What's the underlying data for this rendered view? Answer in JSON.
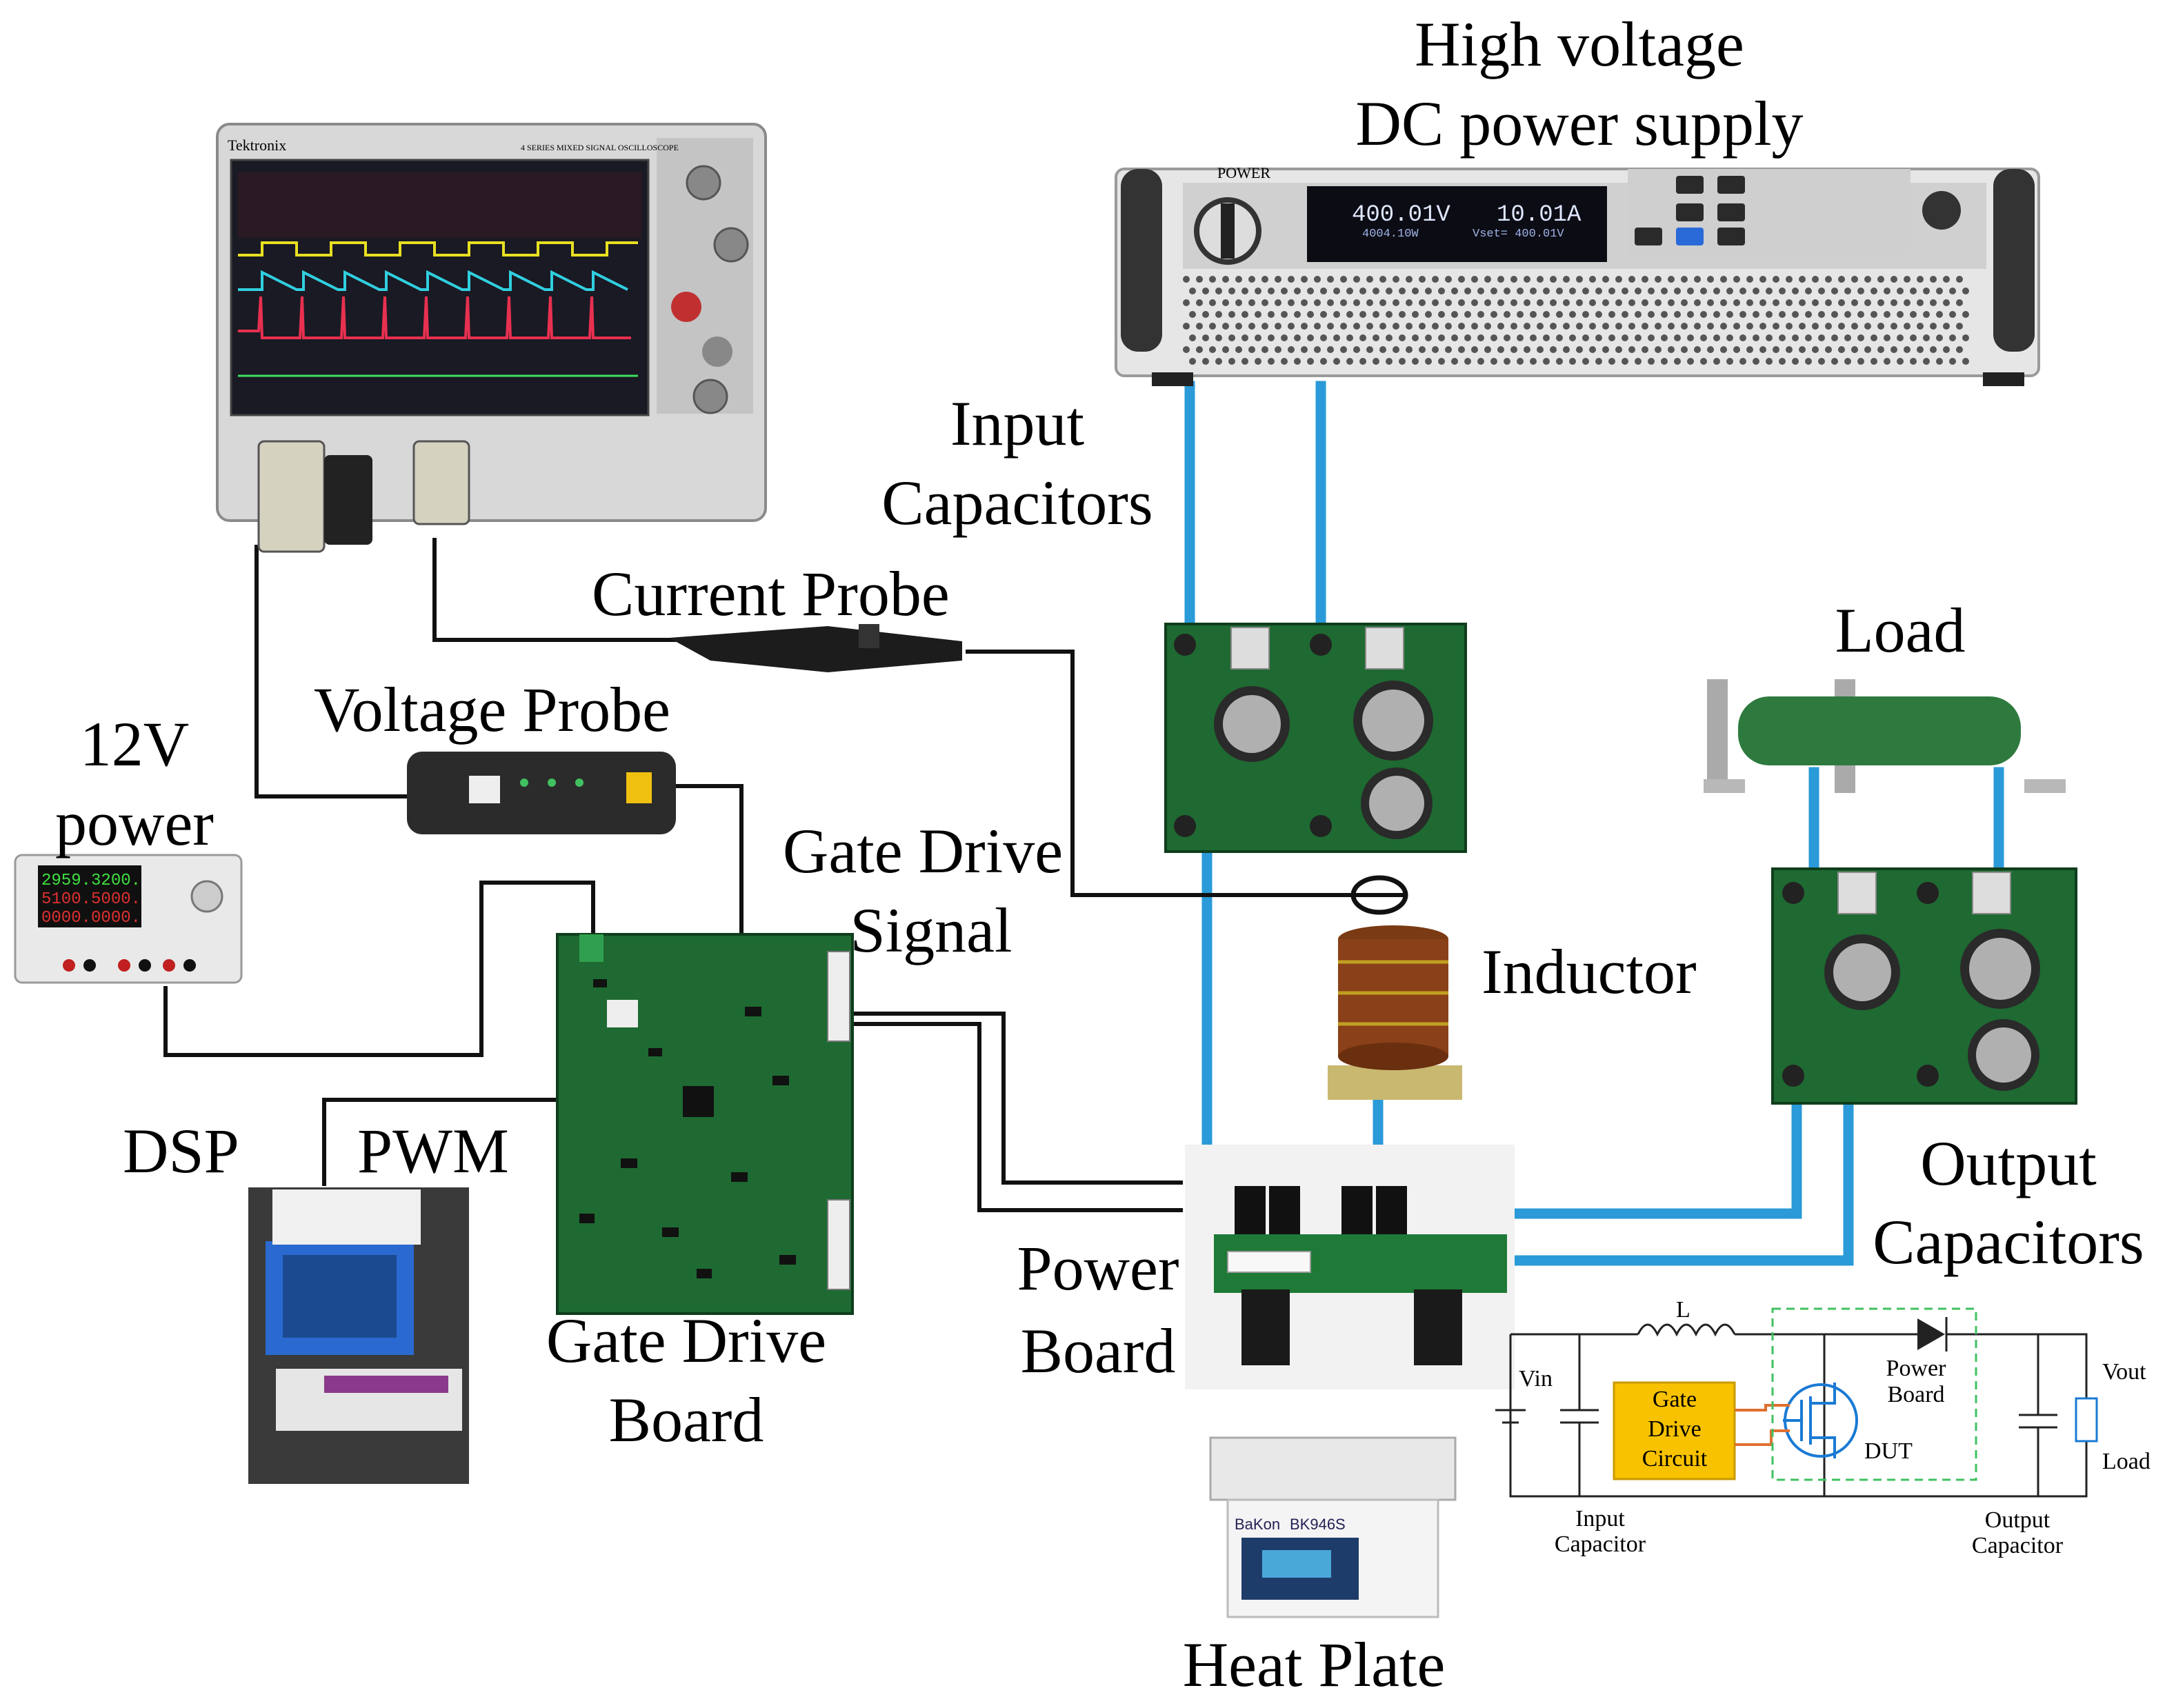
{
  "labels": {
    "hv_supply": [
      "High voltage",
      "DC power supply"
    ],
    "input_caps": [
      "Input",
      "Capacitors"
    ],
    "current_probe": "Current Probe",
    "voltage_probe": "Voltage Probe",
    "power_12v": [
      "12V",
      "power"
    ],
    "gate_drive_signal": [
      "Gate Drive",
      "Signal"
    ],
    "inductor": "Inductor",
    "load": "Load",
    "output_caps": [
      "Output",
      "Capacitors"
    ],
    "dsp": "DSP",
    "pwm": "PWM",
    "gate_drive_board": [
      "Gate Drive",
      "Board"
    ],
    "power_board": [
      "Power",
      "Board"
    ],
    "heat_plate": "Heat Plate"
  },
  "schematic": {
    "l": "L",
    "vin": "Vin",
    "vout": "Vout",
    "load": "Load",
    "gate_drive_circuit": [
      "Gate",
      "Drive",
      "Circuit"
    ],
    "power_board": [
      "Power",
      "Board"
    ],
    "dut": "DUT",
    "input_capacitor": [
      "Input",
      "Capacitor"
    ],
    "output_capacitor": [
      "Output",
      "Capacitor"
    ]
  },
  "devices": {
    "oscilloscope_brand": "Tektronix",
    "oscilloscope_model": "4 SERIES   MIXED SIGNAL OSCILLOSCOPE",
    "hv_power_label": "POWER",
    "hv_voltage": "400.01V",
    "hv_current": "10.01A",
    "hv_sub_left": "4004.10W",
    "hv_sub_right": "Vset= 400.01V",
    "bench_row1": "2959.3200.",
    "bench_row2": "5100.5000.",
    "bench_row3": "0000.0000.",
    "heat_plate_brand": "BaKon",
    "heat_plate_model": "BK946S"
  }
}
